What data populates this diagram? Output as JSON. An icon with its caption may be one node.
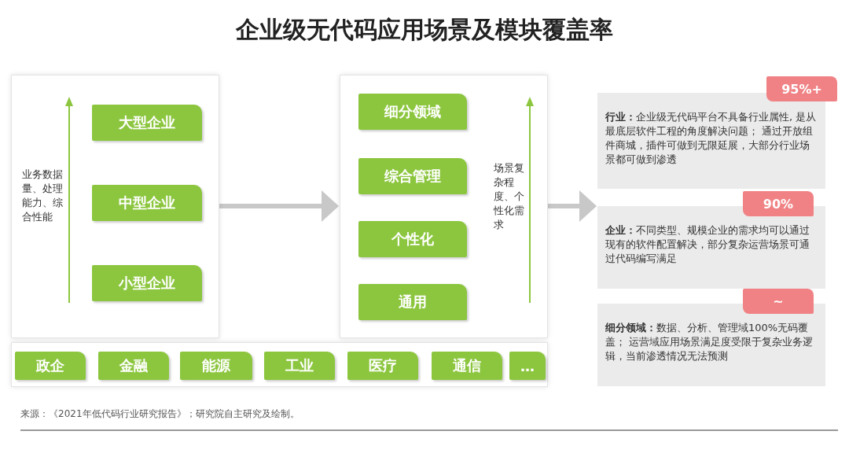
{
  "diagram": {
    "title": "企业级无代码应用场景及模块覆盖率",
    "nodes": [
      {
        "text": [],
        "shape": "box"
      },
      {
        "text": [
          "大型企业"
        ],
        "in": 0
      },
      {
        "text": [
          "中型企业"
        ],
        "in": 0
      },
      {
        "text": [
          "小型企业"
        ],
        "in": 0
      },
      {
        "text": [],
        "shape": "box"
      },
      {
        "text": [
          "细分领域"
        ],
        "in": 4
      },
      {
        "text": [
          "综合管理"
        ],
        "in": 4
      },
      {
        "text": [
          "个性化"
        ],
        "in": 4
      },
      {
        "text": [
          "通用"
        ],
        "in": 4
      },
      {
        "text": [],
        "shape": "box"
      },
      {
        "text": [
          "政企"
        ],
        "in": 9
      },
      {
        "text": [
          "金融"
        ],
        "in": 9
      },
      {
        "text": [
          "能源"
        ],
        "in": 9
      },
      {
        "text": [
          "工业"
        ],
        "in": 9
      },
      {
        "text": [
          "医疗"
        ],
        "in": 9
      },
      {
        "text": [
          "通信"
        ],
        "in": 9
      },
      {
        "text": [
          "…"
        ],
        "in": 9
      },
      {
        "text": [
          "**行业：**企业级无代码平台不具备行业属性, 是从最底层软件工程的角度解决问题； 通过开放组件商城，插件可做到无限延展，大部分行业场景都可做到渗透"
        ]
      },
      {
        "text": [
          "95%+"
        ]
      },
      {
        "text": [
          "**企业：**不同类型、规模企业的需求均可以通过现有的软件配置解决，部分复杂运营场景可通过代码编写满足"
        ]
      },
      {
        "text": [
          "90%"
        ]
      },
      {
        "text": [
          "**细分领域：**数据、分析、管理域100%无码覆盖； 运营域应用场景满足度受限于复杂业务逻辑，当前渗透情况无法预测"
        ]
      },
      {
        "text": [
          "~"
        ]
      }
    ],
    "edges": [
      {
        "from": 0,
        "to": 4,
        "arrow": "to"
      },
      {
        "from": 4,
        "to": 19,
        "arrow": "to"
      }
    ],
    "labels": [
      "业务数据量、处理能力、综合性能",
      "场景复杂程度、个性化需求",
      "来源：《2021年低代码行业研究报告》；研究院自主研究及绘制。"
    ]
  }
}
